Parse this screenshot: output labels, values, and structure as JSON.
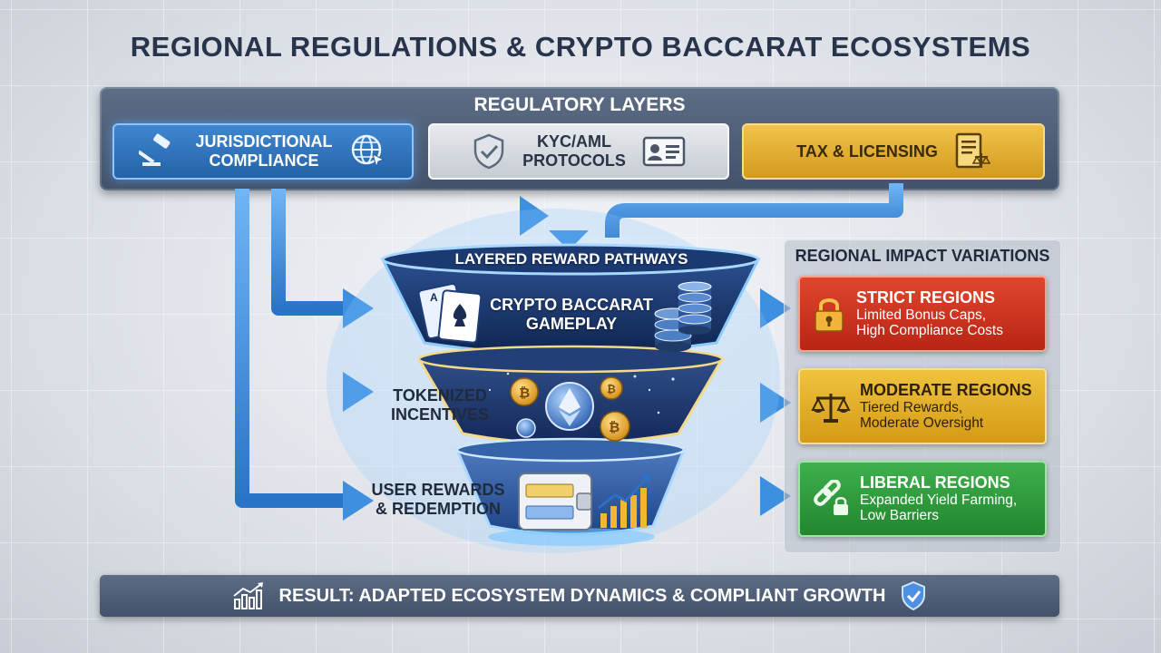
{
  "title": "REGIONAL REGULATIONS & CRYPTO BACCARAT ECOSYSTEMS",
  "regulatory": {
    "title": "REGULATORY LAYERS",
    "items": [
      {
        "line1": "JURISDICTIONAL",
        "line2": "COMPLIANCE",
        "icons": [
          "gavel-icon",
          "globe-icon"
        ]
      },
      {
        "line1": "KYC/AML",
        "line2": "PROTOCOLS",
        "icons": [
          "shield-check-icon",
          "id-card-icon"
        ]
      },
      {
        "line1": "TAX & LICENSING",
        "icons": [
          "document-scale-icon"
        ]
      }
    ]
  },
  "funnel": {
    "title": "LAYERED REWARD PATHWAYS",
    "top": {
      "line1": "CRYPTO BACCARAT",
      "line2": "GAMEPLAY"
    },
    "middle": {
      "line1": "TOKENIZED",
      "line2": "INCENTIVES"
    },
    "bottom": {
      "line1": "USER REWARDS",
      "line2": "& REDEMPTION"
    }
  },
  "impact": {
    "title": "REGIONAL IMPACT VARIATIONS",
    "cards": [
      {
        "head": "STRICT REGIONS",
        "desc1": "Limited Bonus Caps,",
        "desc2": "High Compliance Costs",
        "icon": "lock-icon"
      },
      {
        "head": "MODERATE REGIONS",
        "desc1": "Tiered Rewards,",
        "desc2": "Moderate Oversight",
        "icon": "scale-icon"
      },
      {
        "head": "LIBERAL REGIONS",
        "desc1": "Expanded Yield Farming,",
        "desc2": "Low Barriers",
        "icon": "chain-lock-icon"
      }
    ]
  },
  "result": {
    "text": "RESULT: ADAPTED ECOSYSTEM DYNAMICS & COMPLIANT GROWTH"
  },
  "colors": {
    "arrow_blue": "#3d8fe0",
    "strict_red": "#c9301c",
    "moderate_gold": "#e0ab24",
    "liberal_green": "#2c9a3a",
    "panel_slate": "#4d5c75"
  }
}
